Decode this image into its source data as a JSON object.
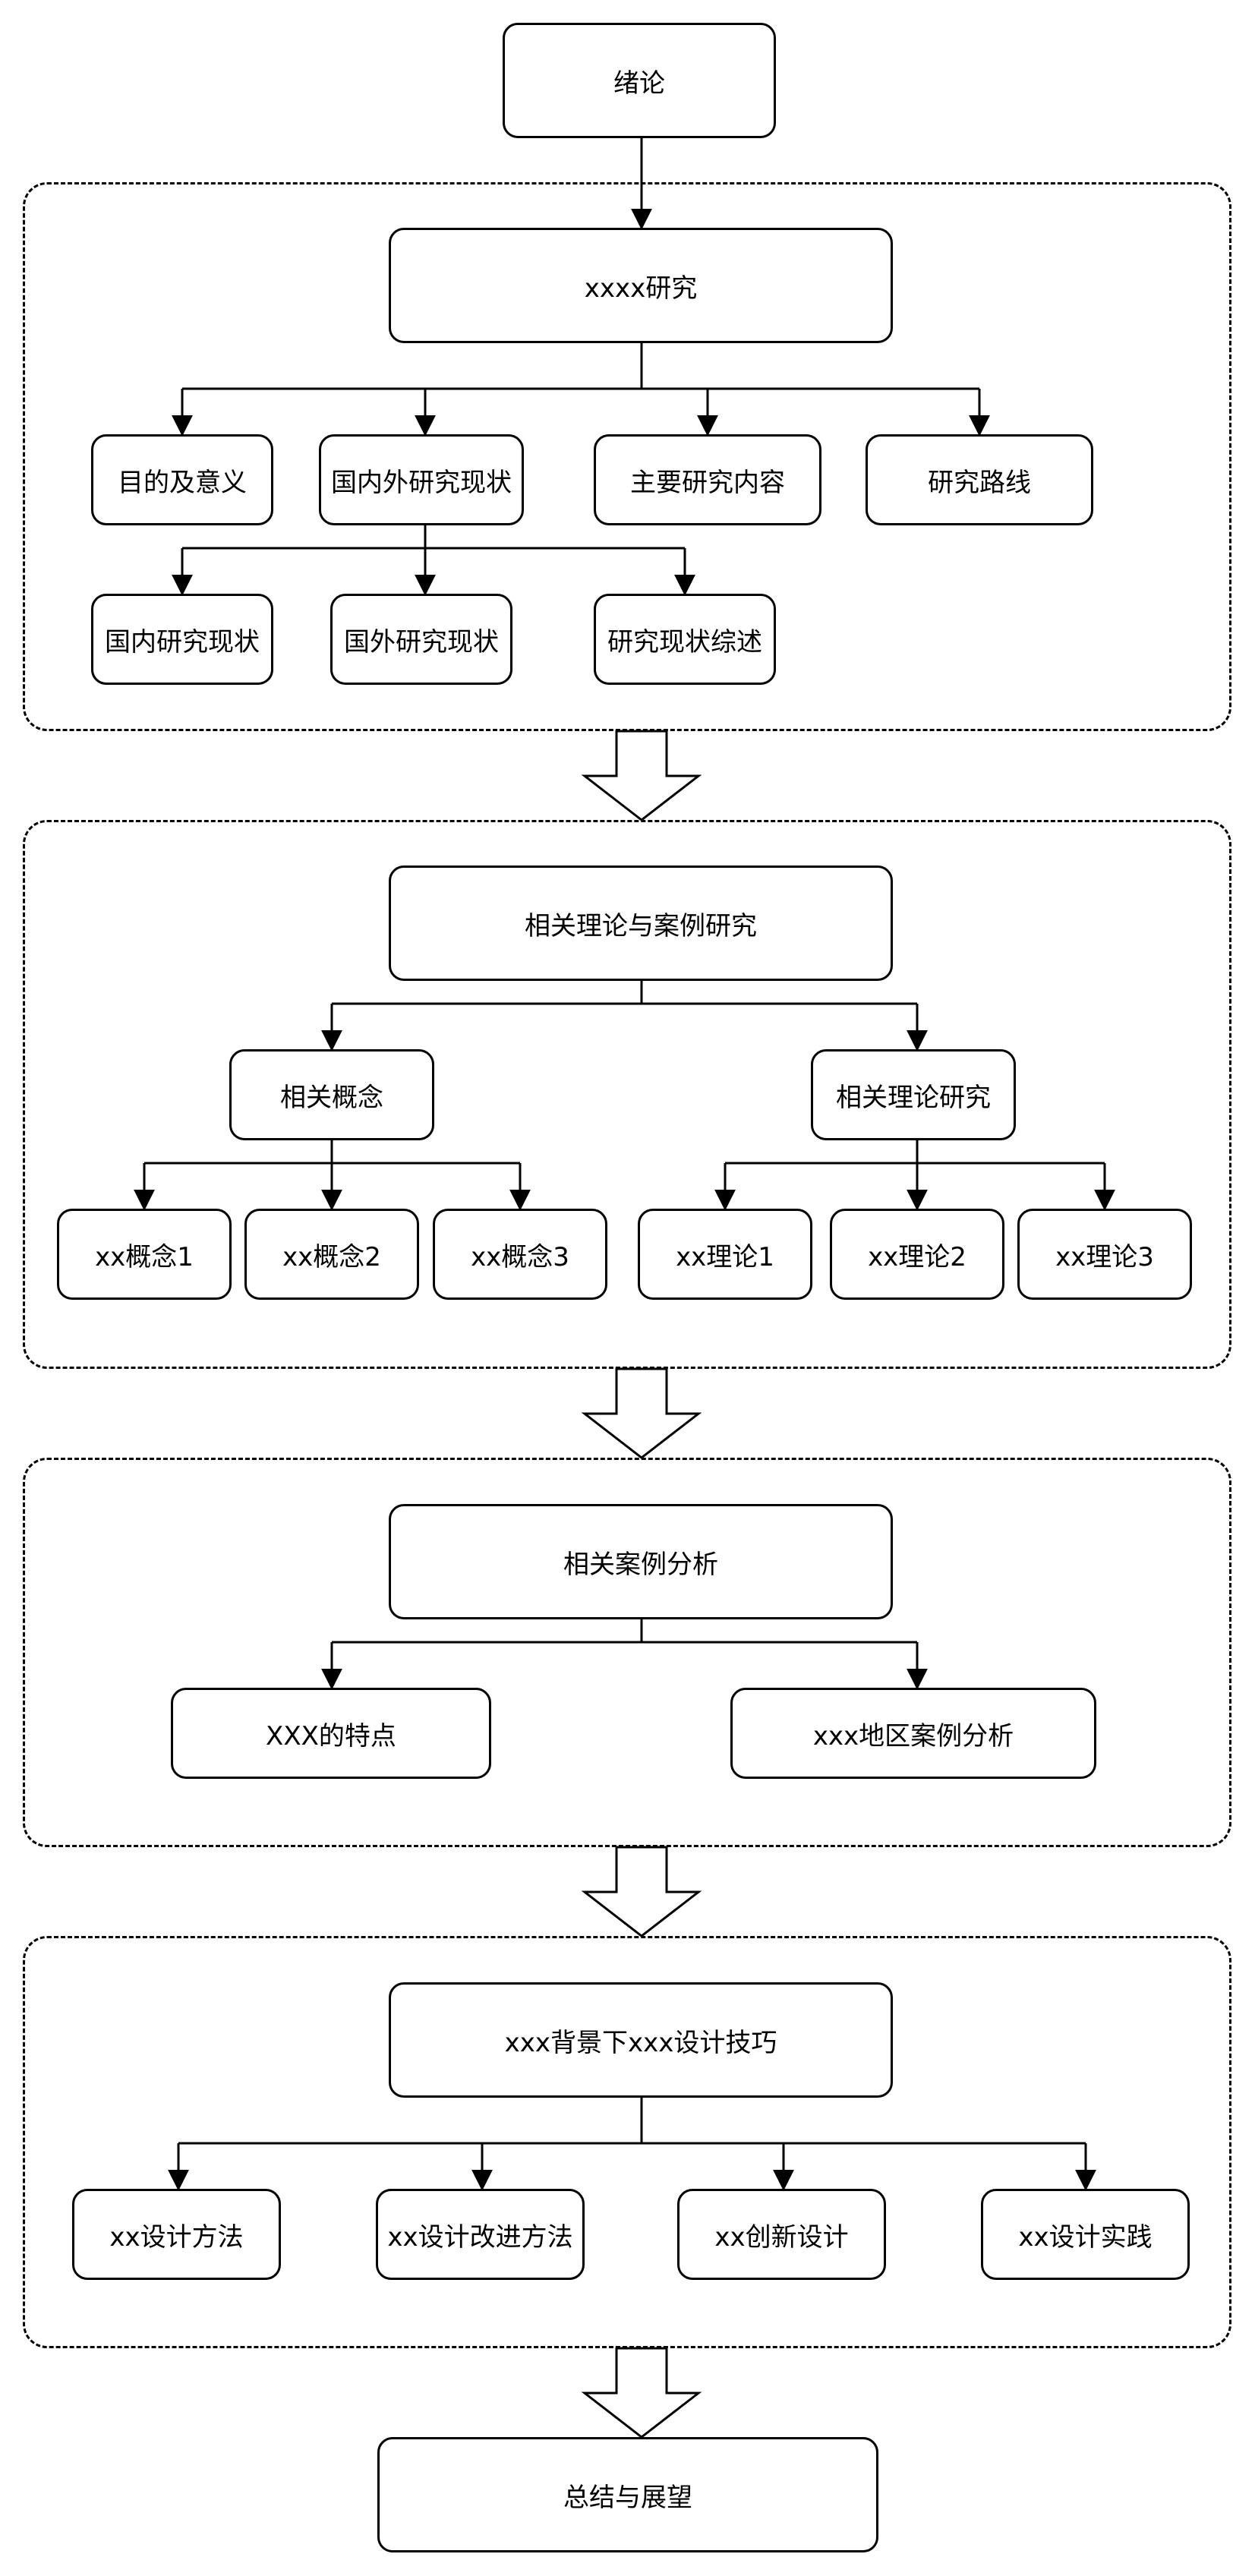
{
  "start": "绪论",
  "g1": {
    "main": "xxxx研究",
    "items": [
      "目的及意义",
      "国内外研究现状",
      "主要研究内容",
      "研究路线"
    ],
    "sub": [
      "国内研究现状",
      "国外研究现状",
      "研究现状综述"
    ]
  },
  "g2": {
    "main": "相关理论与案例研究",
    "left": {
      "title": "相关概念",
      "items": [
        "xx概念1",
        "xx概念2",
        "xx概念3"
      ]
    },
    "right": {
      "title": "相关理论研究",
      "items": [
        "xx理论1",
        "xx理论2",
        "xx理论3"
      ]
    }
  },
  "g3": {
    "main": "相关案例分析",
    "items": [
      "XXX的特点",
      "xxx地区案例分析"
    ]
  },
  "g4": {
    "main": "xxx背景下xxx设计技巧",
    "items": [
      "xx设计方法",
      "xx设计改进方法",
      "xx创新设计",
      "xx设计实践"
    ]
  },
  "end": "总结与展望"
}
